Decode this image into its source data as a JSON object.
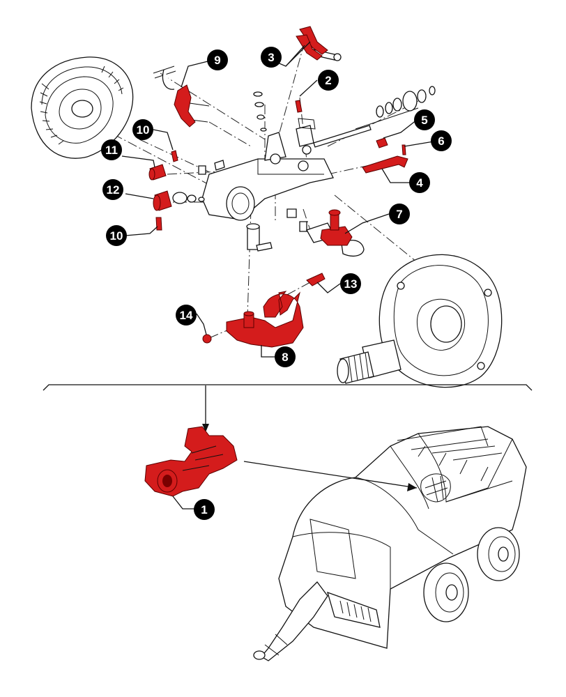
{
  "callouts": [
    {
      "id": "c1",
      "label": "1"
    },
    {
      "id": "c2",
      "label": "2"
    },
    {
      "id": "c3",
      "label": "3"
    },
    {
      "id": "c4",
      "label": "4"
    },
    {
      "id": "c5",
      "label": "5"
    },
    {
      "id": "c6",
      "label": "6"
    },
    {
      "id": "c7",
      "label": "7"
    },
    {
      "id": "c8",
      "label": "8"
    },
    {
      "id": "c9",
      "label": "9"
    },
    {
      "id": "c10a",
      "label": "10"
    },
    {
      "id": "c10b",
      "label": "10"
    },
    {
      "id": "c11",
      "label": "11"
    },
    {
      "id": "c12",
      "label": "12"
    },
    {
      "id": "c13",
      "label": "13"
    },
    {
      "id": "c14",
      "label": "14"
    }
  ],
  "colors": {
    "highlight": "#d41c1c",
    "badge": "#000000",
    "line": "#111111"
  }
}
